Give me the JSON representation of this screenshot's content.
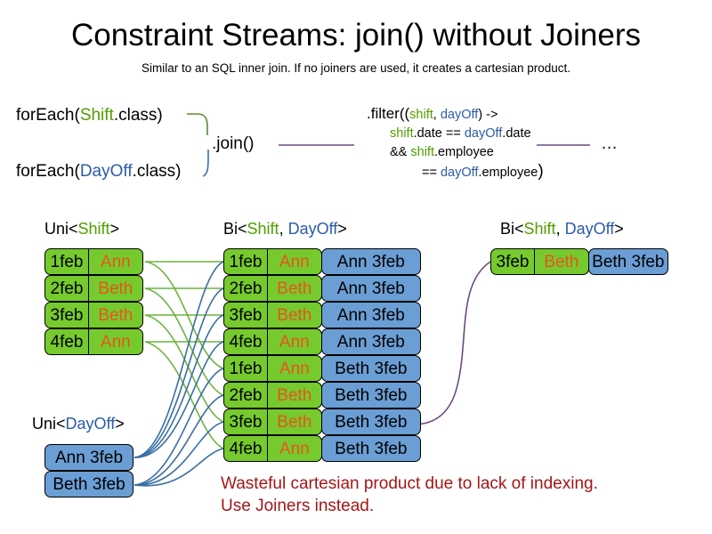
{
  "header": {
    "title": "Constraint Streams: join() without Joiners",
    "subtitle": "Similar to an SQL inner join. If no joiners are used, it creates a cartesian product."
  },
  "code": {
    "forEachShift": {
      "prefix": "forEach(",
      "type": "Shift",
      "suffix": ".class)"
    },
    "forEachDayOff": {
      "prefix": "forEach(",
      "type": "DayOff",
      "suffix": ".class)"
    },
    "join_label": ".join()",
    "filter": {
      "line1_a": ".filter((",
      "line1_shift": "shift",
      "line1_comma": ", ",
      "line1_dayoff": "dayOff",
      "line1_b": ") ->",
      "line2_shift": "shift",
      "line2_mid": ".date == ",
      "line2_dayoff": "dayOff",
      "line2_end": ".date",
      "line3_pre": "&& ",
      "line3_shift": "shift",
      "line3_end": ".employee",
      "line4_pre": "== ",
      "line4_dayoff": "dayOff",
      "line4_end": ".employee",
      "line4_close": ")"
    },
    "ellipsis": "…"
  },
  "captions": {
    "uni_shift": {
      "pre": "Uni<",
      "type": "Shift",
      "post": ">"
    },
    "bi_middle": {
      "pre": "Bi<",
      "type1": "Shift",
      "sep": ", ",
      "type2": "DayOff",
      "post": ">"
    },
    "bi_right": {
      "pre": "Bi<",
      "type1": "Shift",
      "sep": ", ",
      "type2": "DayOff",
      "post": ">"
    },
    "uni_dayoff": {
      "pre": "Uni<",
      "type": "DayOff",
      "post": ">"
    }
  },
  "uni_shift_cards": [
    {
      "date": "1feb",
      "name": "Ann"
    },
    {
      "date": "2feb",
      "name": "Beth"
    },
    {
      "date": "3feb",
      "name": "Beth"
    },
    {
      "date": "4feb",
      "name": "Ann"
    }
  ],
  "uni_dayoff_cards": [
    {
      "label": "Ann 3feb"
    },
    {
      "label": "Beth 3feb"
    }
  ],
  "bi_cards": [
    {
      "date": "1feb",
      "name": "Ann",
      "pair": "Ann 3feb"
    },
    {
      "date": "2feb",
      "name": "Beth",
      "pair": "Ann 3feb"
    },
    {
      "date": "3feb",
      "name": "Beth",
      "pair": "Ann 3feb"
    },
    {
      "date": "4feb",
      "name": "Ann",
      "pair": "Ann 3feb"
    },
    {
      "date": "1feb",
      "name": "Ann",
      "pair": "Beth 3feb"
    },
    {
      "date": "2feb",
      "name": "Beth",
      "pair": "Beth 3feb"
    },
    {
      "date": "3feb",
      "name": "Beth",
      "pair": "Beth 3feb"
    },
    {
      "date": "4feb",
      "name": "Ann",
      "pair": "Beth 3feb"
    }
  ],
  "result_cards": [
    {
      "date": "3feb",
      "name": "Beth",
      "pair": "Beth 3feb"
    }
  ],
  "warning": {
    "line1": "Wasteful cartesian product due to lack of indexing.",
    "line2": "Use Joiners instead."
  },
  "colors": {
    "shift_green_text": "#4f9e00",
    "dayoff_blue_text": "#2a5caa",
    "card_green": "#76ca2e",
    "card_blue": "#6a9ed4",
    "name_orange": "#e8551a",
    "warning_red": "#a51616",
    "wire_green": "#6cb33f",
    "wire_blue": "#3a6ea5",
    "wire_purple": "#6b4b7e"
  }
}
